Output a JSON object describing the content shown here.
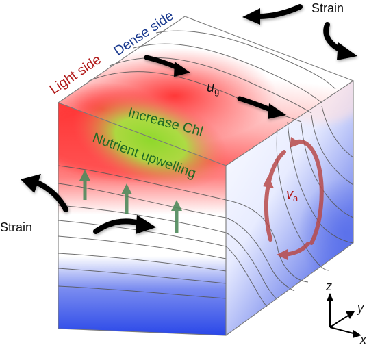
{
  "labels": {
    "strain_top": "Strain",
    "strain_left": "Strain",
    "light_side": "Light side",
    "dense_side": "Dense side",
    "ug_main": "u",
    "ug_sub": "g",
    "increase_chl": "Increase Chl",
    "nutrient_upwelling": "Nutrient upwelling",
    "va_main": "v",
    "va_sub": "a",
    "axis_x": "x",
    "axis_y": "y",
    "axis_z": "z"
  },
  "colors": {
    "light": "#b01818",
    "dense": "#1a3a8f",
    "warm": "#ff4040",
    "cold": "#1f3ddc",
    "chl": "#8fd82c",
    "upwelling_arrow": "#4f8a5c",
    "circulation_arrow": "#b84a4a",
    "flow_arrow": "#000000"
  }
}
